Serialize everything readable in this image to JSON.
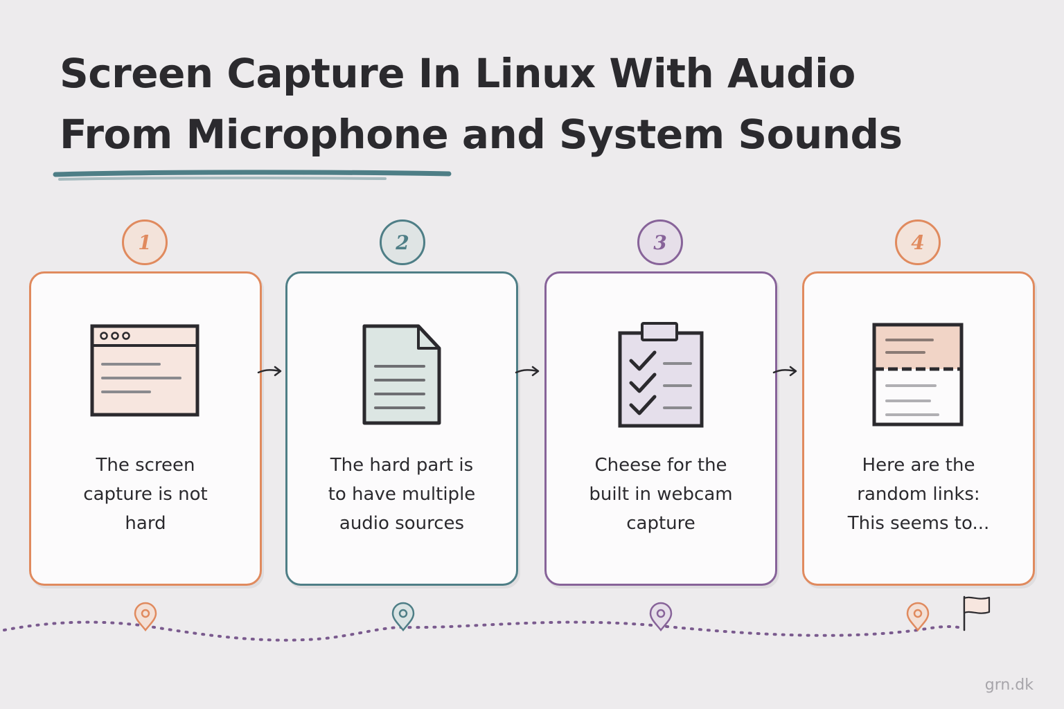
{
  "title": {
    "line1": "Screen Capture In Linux With Audio",
    "line2": "From Microphone and System Sounds"
  },
  "colors": {
    "background": "#edebed",
    "orange": "#e08a5e",
    "teal": "#4e7e86",
    "purple": "#876399",
    "ink": "#2b2a2e"
  },
  "steps": [
    {
      "number": "1",
      "icon": "browser-window-icon",
      "line1": "The screen",
      "line2": "capture is not",
      "line3": "hard"
    },
    {
      "number": "2",
      "icon": "document-icon",
      "line1": "The hard part is",
      "line2": "to have multiple",
      "line3": "audio sources"
    },
    {
      "number": "3",
      "icon": "checklist-clipboard-icon",
      "line1": "Cheese for the",
      "line2": "built in webcam",
      "line3": "capture"
    },
    {
      "number": "4",
      "icon": "split-panel-icon",
      "line1": "Here are the",
      "line2": "random links:",
      "line3": "This seems to..."
    }
  ],
  "footer": {
    "watermark": "grn.dk"
  }
}
